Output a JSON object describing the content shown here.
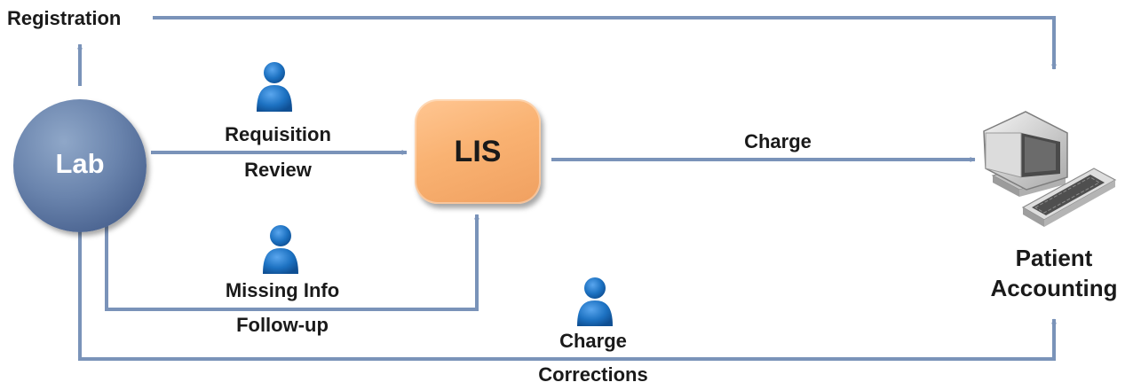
{
  "nodes": {
    "lab": "Lab",
    "lis": "LIS",
    "patient_accounting": [
      "Patient",
      "Accounting"
    ]
  },
  "edges": {
    "registration": "Registration",
    "requisition_review": [
      "Requisition",
      "Review"
    ],
    "charge": "Charge",
    "missing_info_follow_up": [
      "Missing Info",
      "Follow-up"
    ],
    "charge_corrections": [
      "Charge",
      "Corrections"
    ]
  },
  "icons": {
    "person": "person-icon",
    "computer": "computer-icon"
  },
  "colors": {
    "arrow": "#7a93b9",
    "lab_node": "#6a84ad",
    "lis_node": "#f9b272",
    "person": "#1d72c2",
    "text": "#1a1a1a"
  }
}
